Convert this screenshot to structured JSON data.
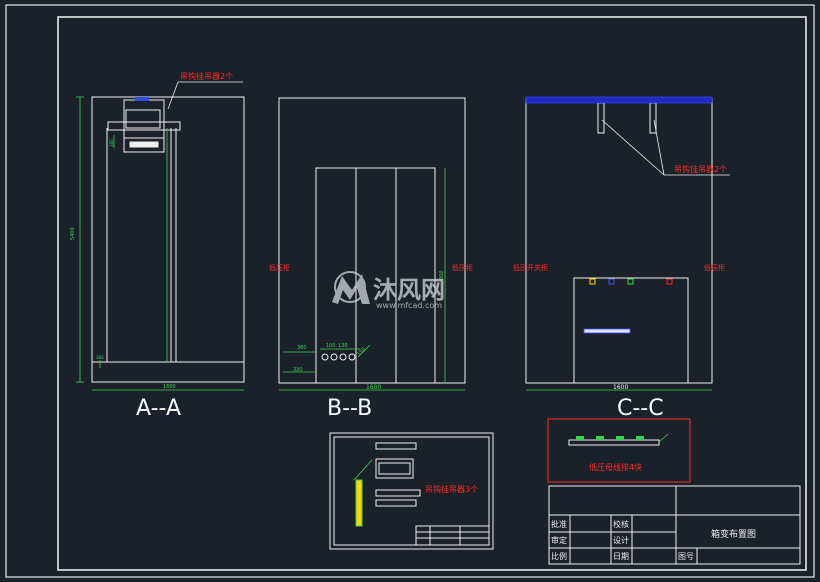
{
  "views": {
    "a": {
      "label": "A--A",
      "note": "吊钩挂吊器2个",
      "dims": [
        "5400",
        "1600",
        "380",
        "160"
      ]
    },
    "b": {
      "label": "B--B",
      "note": "低压柜",
      "dims": [
        "1600",
        "380",
        "330",
        "100",
        "130",
        "150",
        "800"
      ]
    },
    "c": {
      "label": "C--C",
      "note": "吊钩挂吊器2个",
      "side_left": "低压开关柜",
      "side_right": "低压柜",
      "dims": [
        "1600"
      ]
    }
  },
  "detail_box": {
    "note": "吊钩挂吊器3个"
  },
  "red_box": {
    "note": "低压母线排4块"
  },
  "watermark": {
    "name": "沐风网",
    "url": "www.mfcad.com"
  },
  "title_block": {
    "drawing_title": "箱变布置图",
    "row1": [
      "批准",
      "校核"
    ],
    "row2": [
      "审定",
      "设计"
    ],
    "row3": [
      "比例",
      "日期",
      "图号"
    ]
  },
  "colors": {
    "background": "#1b2128",
    "line": "#f2f2f2",
    "note": "#ff2b2b",
    "dim": "#39d353",
    "bar": "#1a2bc9"
  }
}
